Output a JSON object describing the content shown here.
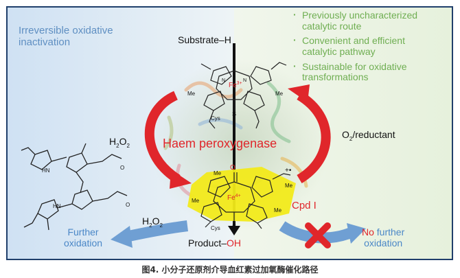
{
  "left_panel": {
    "title_line1": "Irreversible oxidative",
    "title_line2": "inactivation"
  },
  "right_panel": {
    "bullets": [
      {
        "line1": "Previously uncharacterized",
        "line2": "catalytic route"
      },
      {
        "line1": "Convenient and efficient",
        "line2": "catalytic pathway"
      },
      {
        "line1": "Sustainable for  oxidative",
        "line2": "transformations"
      }
    ]
  },
  "center": {
    "substrate": "Substrate–H",
    "enzyme": "Haem peroxygenase",
    "product_prefix": "Product–",
    "product_suffix": "OH",
    "cpd": "Cpd I"
  },
  "labels": {
    "h2o2_left": "H",
    "h2o2_left_sub": "2",
    "h2o2_left_o": "O",
    "h2o2_left_sub2": "2",
    "h2o2_bottom": "H",
    "h2o2_bottom_sub": "2",
    "h2o2_bottom_o": "O",
    "h2o2_bottom_sub2": "2",
    "o2": "O",
    "o2_sub": "2",
    "o2_rest": "/reductant",
    "further_line1": "Further",
    "further_line2": "oxidation",
    "no": "No",
    "no_rest": " further",
    "no_line2": "oxidation"
  },
  "molecule_text": {
    "fe_top": "Fe",
    "fe_top_charge": "3+",
    "fe_bottom": "Fe",
    "fe_bottom_charge": "4+",
    "cys": "Cys",
    "s": "S",
    "me": "Me",
    "n": "N",
    "o_oxo": "O",
    "coo": "O",
    "nh": "HN",
    "radical": "+•"
  },
  "caption": "图4. 小分子还原剂介导血红素过加氧酶催化路径",
  "colors": {
    "left_bg": "#d6e6f5",
    "right_bg": "#e9f3e0",
    "frame": "#1f3f6b",
    "red": "#e0262b",
    "blue": "#4a87c7",
    "green": "#6fae52",
    "highlight": "#f2ea1a"
  }
}
